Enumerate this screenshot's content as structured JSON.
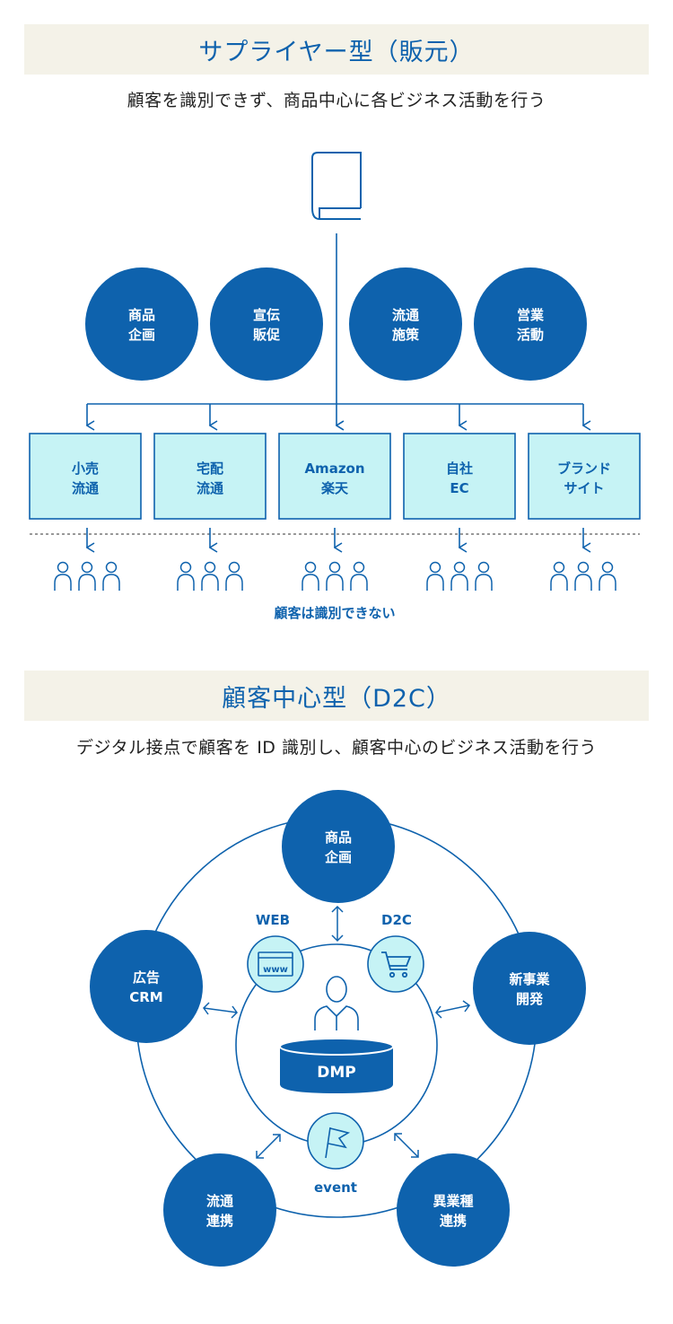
{
  "supplier": {
    "title": "サプライヤー型（販元）",
    "subtitle": "顧客を識別できず、商品中心に各ビジネス活動を行う",
    "activities": [
      {
        "line1": "商品",
        "line2": "企画"
      },
      {
        "line1": "宣伝",
        "line2": "販促"
      },
      {
        "line1": "流通",
        "line2": "施策"
      },
      {
        "line1": "営業",
        "line2": "活動"
      }
    ],
    "channels": [
      {
        "line1": "小売",
        "line2": "流通"
      },
      {
        "line1": "宅配",
        "line2": "流通"
      },
      {
        "line1": "Amazon",
        "line2": "楽天"
      },
      {
        "line1": "自社",
        "line2": "EC"
      },
      {
        "line1": "ブランド",
        "line2": "サイト"
      }
    ],
    "note": "顧客は識別できない"
  },
  "d2c": {
    "title": "顧客中心型（D2C）",
    "subtitle": "デジタル接点で顧客を ID 識別し、顧客中心のビジネス活動を行う",
    "nodes": {
      "top": {
        "line1": "商品",
        "line2": "企画"
      },
      "right": {
        "line1": "新事業",
        "line2": "開発"
      },
      "bottom_right": {
        "line1": "異業種",
        "line2": "連携"
      },
      "bottom_left": {
        "line1": "流通",
        "line2": "連携"
      },
      "left": {
        "line1": "広告",
        "line2": "CRM"
      }
    },
    "touchpoints": {
      "web": "WEB",
      "web_icon_text": "www",
      "d2c": "D2C",
      "event": "event"
    },
    "core": "DMP"
  },
  "colors": {
    "primary": "#0e62ad",
    "light_fill": "#c6f3f5",
    "band": "#f4f2e8"
  }
}
